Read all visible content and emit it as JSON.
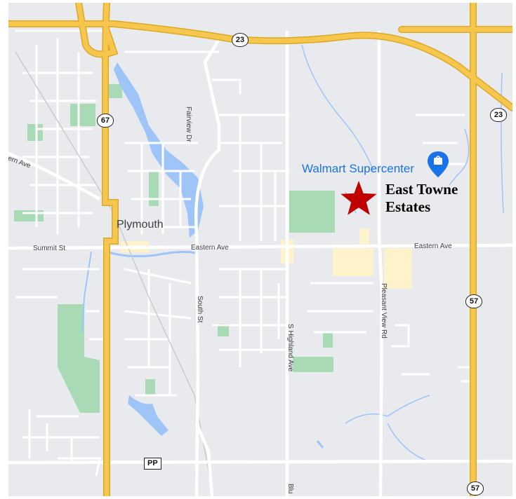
{
  "map": {
    "colors": {
      "background": "#e9eaed",
      "highway": "#f6c64d",
      "highway_edge": "#dba928",
      "road": "#ffffff",
      "water": "#9fc4f7",
      "park": "#a8dab5",
      "commercial": "#fdf2c9",
      "poi": "#1a73e8",
      "star": "#c00000"
    },
    "town_label": "Plymouth",
    "streets": {
      "summit": "Summit St",
      "eastern_west": "Eastern Ave",
      "eastern_east": "Eastern Ave",
      "eastern_far_west": "stern Ave",
      "fairview": "Fairview Dr",
      "south": "South St",
      "highland": "S Highland Ave",
      "pleasant_view": "Pleasant View Rd",
      "highland_bottom": "Blu"
    },
    "shields": {
      "hwy23_top": "23",
      "hwy23_right": "23",
      "hwy67": "67",
      "hwy57_mid": "57",
      "hwy57_bottom": "57",
      "pp": "PP"
    },
    "poi": {
      "name": "Walmart Supercenter",
      "icon": "shopping-bag-pin-icon"
    },
    "marker": {
      "label_line1": "East Towne",
      "label_line2": "Estates",
      "icon": "star-icon"
    }
  }
}
